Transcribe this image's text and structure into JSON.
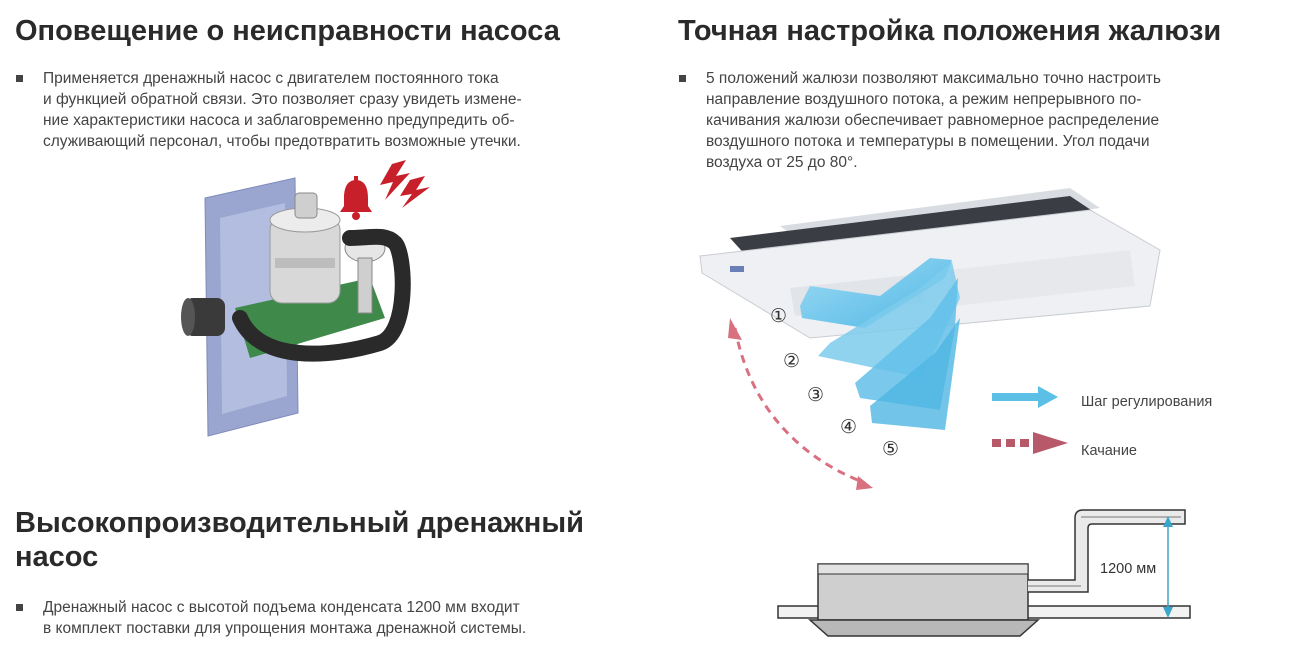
{
  "pump_alert": {
    "title": "Оповещение о неисправности насоса",
    "lines": [
      "Применяется дренажный насос с двигателем постоянного тока",
      "и функцией обратной связи. Это позволяет сразу увидеть измене-",
      "ние характеристики насоса и заблаговременно предупредить об-",
      "служивающий персонал, чтобы предотвратить возможные утечки."
    ]
  },
  "louver": {
    "title": "Точная настройка положения жалюзи",
    "lines": [
      "5 положений жалюзи позволяют максимально точно настроить",
      "направление воздушного потока, а режим непрерывного по-",
      "качивания жалюзи обеспечивает равномерное распределение",
      "воздушного потока и температуры в помещении. Угол подачи",
      "воздуха от 25 до 80°."
    ],
    "positions": [
      "①",
      "②",
      "③",
      "④",
      "⑤"
    ],
    "legend": {
      "step": "Шаг регулирования",
      "swing": "Качание"
    },
    "colors": {
      "step": "#5bbfe6",
      "swing": "#b8596a"
    }
  },
  "drain_pump": {
    "title_line1": "Высокопроизводительный дренажный",
    "title_line2": "насос",
    "lines": [
      "Дренажный насос с высотой подъема конденсата 1200 мм входит",
      "в комплект поставки для упрощения монтажа дренажной системы."
    ],
    "height_label": "1200 мм"
  },
  "icons": {
    "alert": "bell-icon",
    "signal": "lightning-icon"
  },
  "accent_color": "#c8202b"
}
